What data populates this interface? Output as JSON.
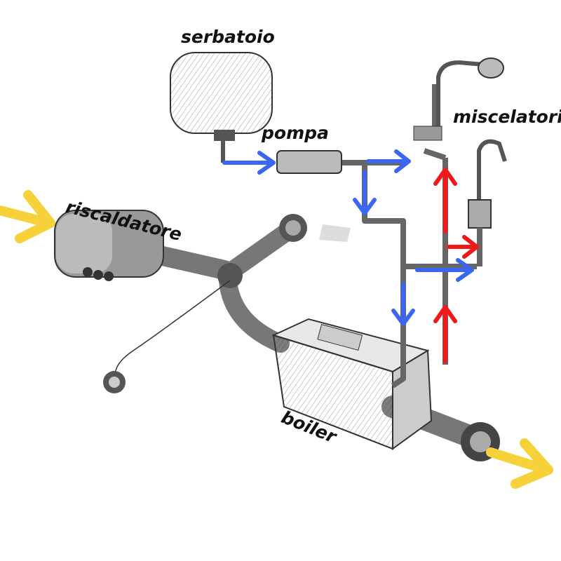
{
  "labels": {
    "tank": "serbatoio",
    "pump": "pompa",
    "mixers": "miscelatori",
    "heater": "riscaldatore",
    "boiler": "boiler"
  },
  "colors": {
    "cold": "#3b66f0",
    "hot": "#f01818",
    "exhaust": "#f7d13a",
    "pipe": "#666666",
    "sketch": "#333333"
  }
}
